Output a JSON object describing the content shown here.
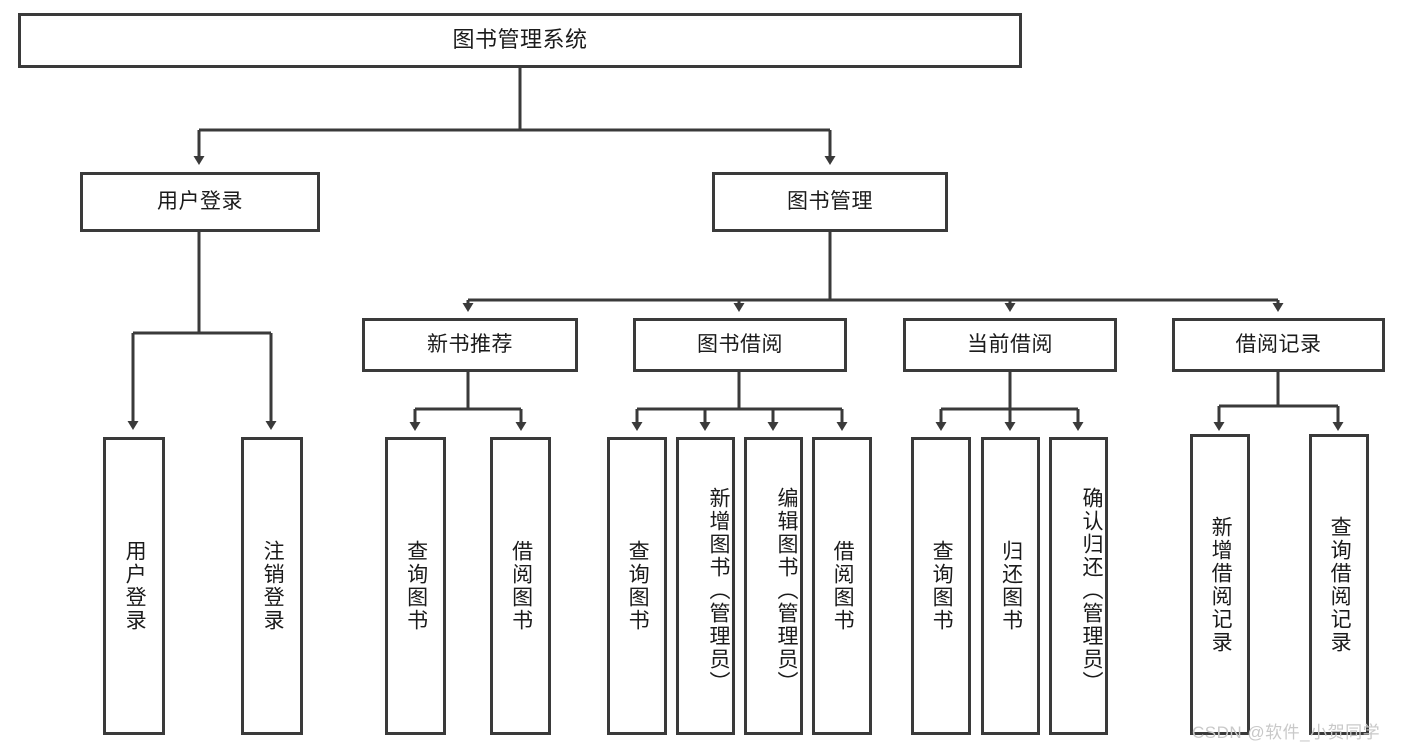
{
  "diagram": {
    "type": "tree-hierarchy",
    "title": "图书管理系统",
    "watermark": "CSDN @软件_小贺同学",
    "colors": {
      "border": "#3a3a3a",
      "background": "#ffffff",
      "text": "#1b1b1b",
      "watermark": "#c9c9c9"
    },
    "nodes": {
      "root": "图书管理系统",
      "level2": {
        "user_login": "用户登录",
        "book_manage": "图书管理"
      },
      "level3": {
        "new_book_rec": "新书推荐",
        "book_borrow": "图书借阅",
        "current_borrow": "当前借阅",
        "borrow_record": "借阅记录"
      },
      "leaves": {
        "user_login_1": "用户登录",
        "user_login_2": "注销登录",
        "new_book_rec_1": "查询图书",
        "new_book_rec_2": "借阅图书",
        "book_borrow_1": "查询图书",
        "book_borrow_2": "新增图书（管理员）",
        "book_borrow_3": "编辑图书（管理员）",
        "book_borrow_4": "借阅图书",
        "current_borrow_1": "查询图书",
        "current_borrow_2": "归还图书",
        "current_borrow_3": "确认归还（管理员）",
        "borrow_record_1": "新增借阅记录",
        "borrow_record_2": "查询借阅记录"
      }
    }
  }
}
